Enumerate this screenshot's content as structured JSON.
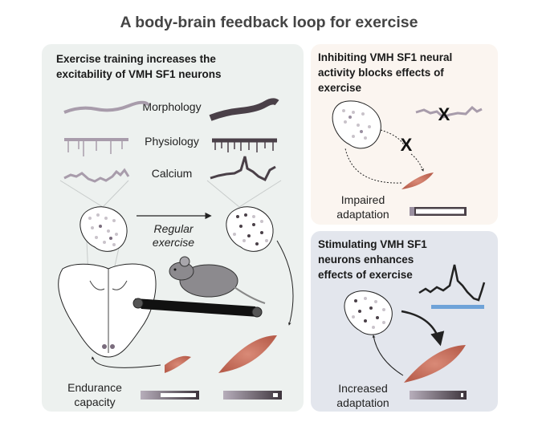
{
  "title": "A body-brain feedback loop for exercise",
  "left_panel": {
    "heading": [
      "Exercise training increases the",
      "excitability of VMH SF1 neurons"
    ],
    "rows": [
      "Morphology",
      "Physiology",
      "Calcium"
    ],
    "arrow_label": [
      "Regular",
      "exercise"
    ],
    "outcome": [
      "Endurance",
      "capacity"
    ]
  },
  "top_right_panel": {
    "heading": [
      "Inhibiting VMH SF1 neural",
      "activity blocks effects of",
      "exercise"
    ],
    "block_mark": "X",
    "outcome": [
      "Impaired",
      "adaptation"
    ]
  },
  "bottom_right_panel": {
    "heading": [
      "Stimulating VMH SF1",
      "neurons enhances",
      "effects of exercise"
    ],
    "outcome": [
      "Increased",
      "adaptation"
    ]
  },
  "colors": {
    "left_bg": "#edf1ef",
    "top_right_bg": "#fbf5f0",
    "bottom_right_bg": "#e3e6ed",
    "muscle": "#c8705d",
    "stim_bar": "#6fa3d8",
    "trace_light": "#a89cab",
    "trace_dark": "#4a4048"
  }
}
